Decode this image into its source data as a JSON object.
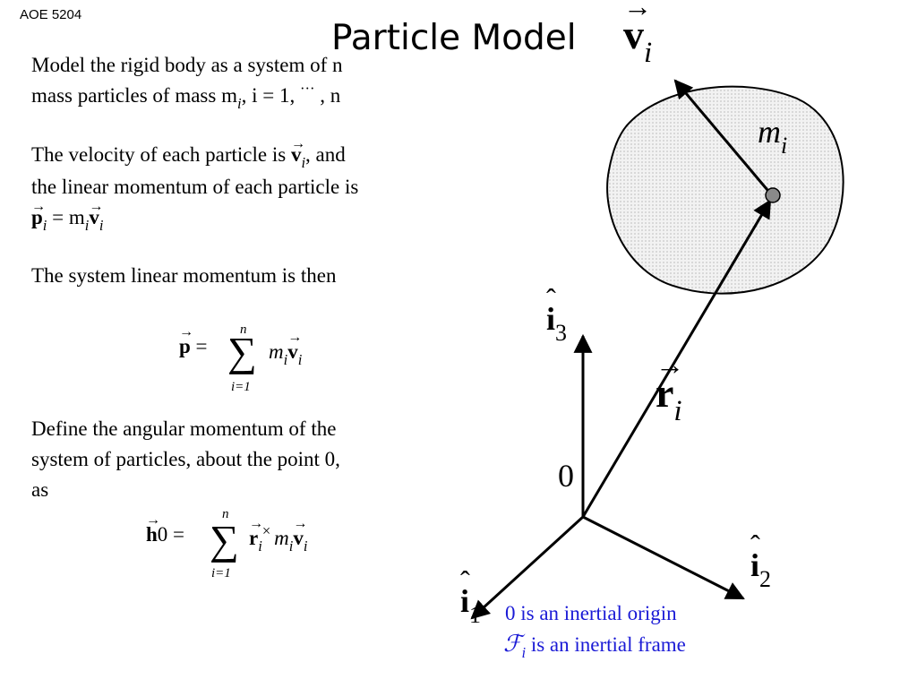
{
  "header": {
    "course": "AOE 5204",
    "title": "Particle Model"
  },
  "paragraphs": {
    "p1_line1": "Model the rigid body as a system of n",
    "p1_line2_a": "mass particles of mass m",
    "p1_line2_sub": "i",
    "p1_line2_b": ", i = 1, ",
    "p1_line2_dots": "···",
    "p1_line2_c": " , n",
    "p2_line1_a": "The velocity of each particle is ",
    "p2_line1_vec": "v",
    "p2_line1_sub": "i",
    "p2_line1_b": ", and",
    "p2_line2": "the linear momentum of each particle is",
    "p2_line3_vec": "p",
    "p2_line3_sub": "i",
    "p2_line3_b": " = m",
    "p2_line3_sub2": "i",
    "p2_line3_vec2": "v",
    "p2_line3_sub3": "i",
    "p3": "The system linear momentum is then",
    "p4_line1": "Define the angular momentum of the",
    "p4_line2": "system of particles, about the point 0,",
    "p4_line3": "as"
  },
  "equations": {
    "eq1_lhs": "p",
    "eq1_eq": " = ",
    "eq1_sum": "∑",
    "eq1_upper": "n",
    "eq1_lower": "i=1",
    "eq1_m": "m",
    "eq1_sub": "i",
    "eq1_v": "v",
    "eq1_sub2": "i",
    "eq2_lhs": "h",
    "eq2_lhs_sub": "0",
    "eq2_eq": " = ",
    "eq2_sum": "∑",
    "eq2_upper": "n",
    "eq2_lower": "i=1",
    "eq2_r": "r",
    "eq2_sub": "i",
    "eq2_cross": "×",
    "eq2_m": "m",
    "eq2_sub2": "i",
    "eq2_v": "v",
    "eq2_sub3": "i"
  },
  "diagram": {
    "v_label": "v",
    "v_sub": "i",
    "m_label": "m",
    "m_sub": "i",
    "r_label": "r",
    "r_sub": "i",
    "origin_label": "0",
    "axis3_label": "i",
    "axis3_sub": "3",
    "axis2_label": "i",
    "axis2_sub": "2",
    "axis1_label": "i",
    "axis1_sub": "1",
    "note_line1": "0 is an inertial origin",
    "note_frame": "ℱ",
    "note_frame_sub": "i",
    "note_line2": " is an inertial frame",
    "note_color": "#1a1ad6",
    "body_fill": "#ececec"
  }
}
